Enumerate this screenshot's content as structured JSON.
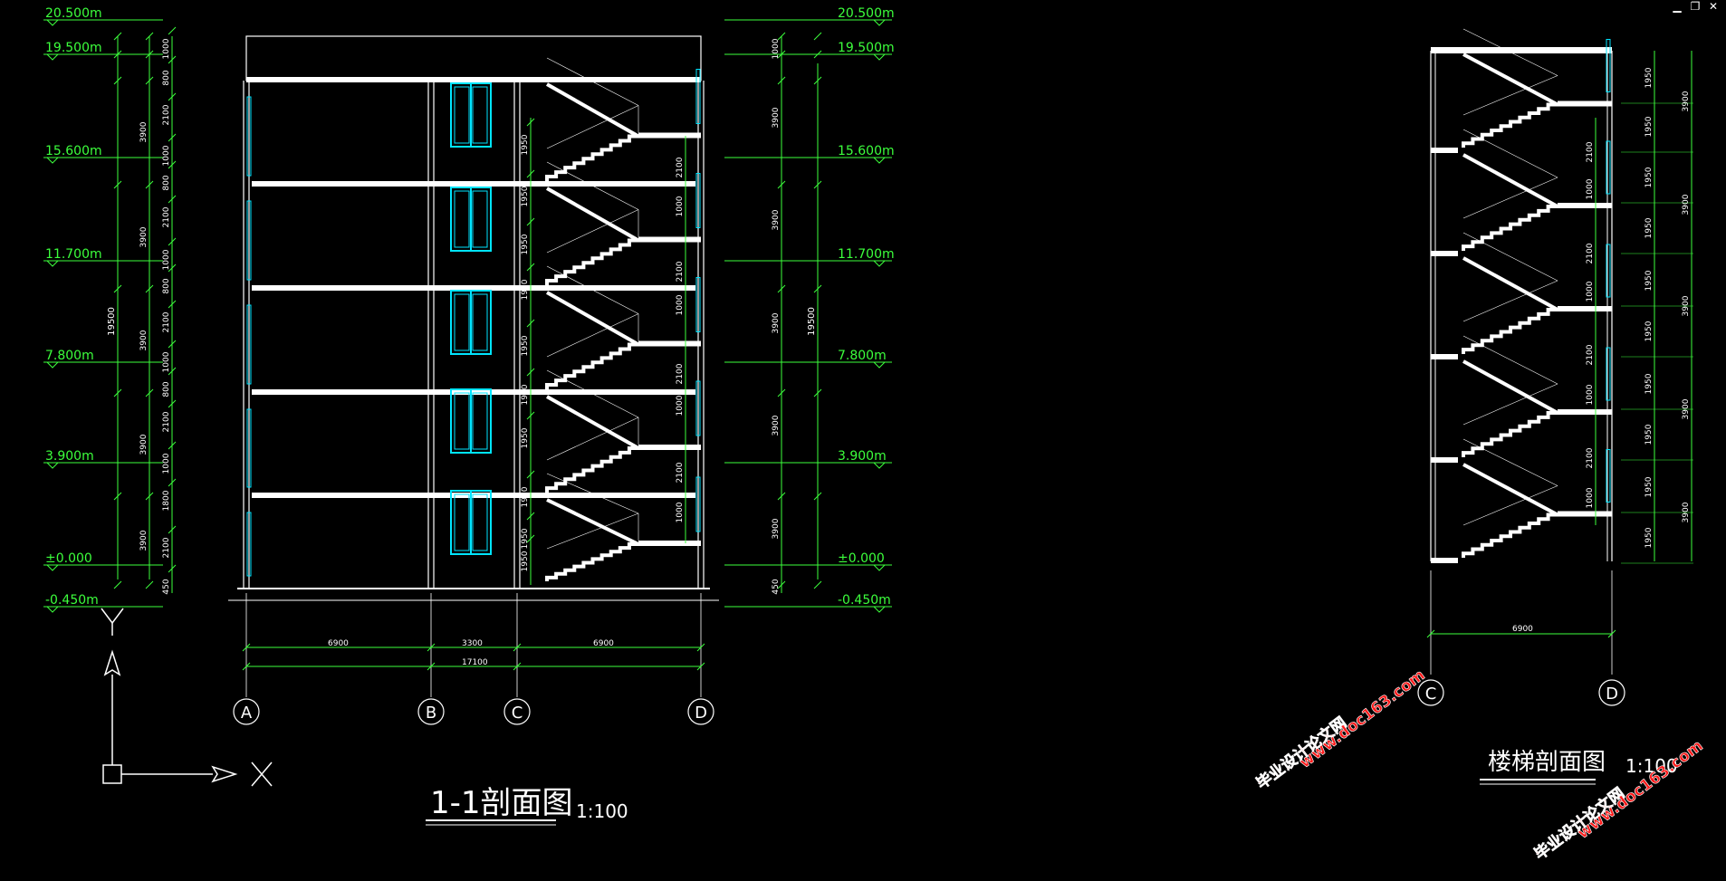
{
  "window": {
    "minimize_glyph": "▁",
    "restore_glyph": "❐",
    "close_glyph": "✕"
  },
  "colors": {
    "background": "#000000",
    "structure": "#ffffff",
    "dimension": "#3cff3c",
    "window": "#00e5ff",
    "watermark": "#ff1a1a",
    "text": "#ffffff"
  },
  "section_1_1": {
    "title": "1-1剖面图",
    "scale": "1:100",
    "levels": [
      "20.500m",
      "19.500m",
      "15.600m",
      "11.700m",
      "7.800m",
      "3.900m",
      "±0.000",
      "-0.450m"
    ],
    "left_inner_dims": [
      "1000",
      "800",
      "2100",
      "1000",
      "800",
      "2100",
      "1000",
      "800",
      "2100",
      "1000",
      "800",
      "2100",
      "1000",
      "1800",
      "2100",
      "450"
    ],
    "left_floor_dims": [
      "3900",
      "3900",
      "3900",
      "3900",
      "3900"
    ],
    "total_height": "19500",
    "stair_dims": [
      "1950",
      "1950",
      "1950",
      "1950",
      "1950",
      "1950",
      "1950",
      "1950",
      "1950",
      "1950"
    ],
    "right_window_dims": [
      "2100",
      "1000",
      "2100",
      "1000",
      "2100",
      "1000",
      "2100",
      "1000"
    ],
    "right_floor_dims": [
      "1000",
      "3900",
      "3900",
      "3900",
      "3900",
      "3900",
      "450"
    ],
    "bottom_dims": [
      "6900",
      "3300",
      "6900"
    ],
    "bottom_total": "17100",
    "axes": [
      "A",
      "B",
      "C",
      "D"
    ]
  },
  "stair_section": {
    "title": "楼梯剖面图",
    "scale": "1:100",
    "axes": [
      "C",
      "D"
    ],
    "bottom_dim": "6900",
    "window_dims": [
      "2100",
      "1000",
      "2100",
      "1000",
      "2100",
      "1000",
      "2100",
      "1000"
    ],
    "right_dims": [
      "1950",
      "1950",
      "1950",
      "1950",
      "1950",
      "1950",
      "1950",
      "1950",
      "1950",
      "1950"
    ],
    "right_floor_dims": [
      "3900",
      "3900",
      "3900",
      "3900",
      "3900"
    ]
  },
  "ucs": {
    "x_label": "X",
    "y_label": "Y"
  },
  "watermarks": [
    {
      "line1": "毕业设计论文网",
      "line2": "www.doc163.com"
    },
    {
      "line1": "毕业设计论文网",
      "line2": "www.doc163.com"
    }
  ]
}
